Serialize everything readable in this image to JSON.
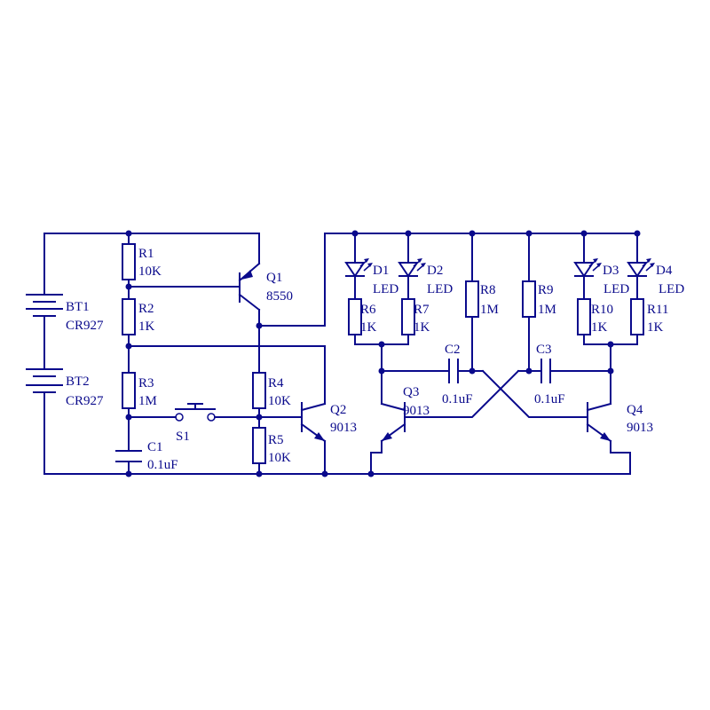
{
  "components": {
    "bt1": {
      "ref": "BT1",
      "value": "CR927"
    },
    "bt2": {
      "ref": "BT2",
      "value": "CR927"
    },
    "r1": {
      "ref": "R1",
      "value": "10K"
    },
    "r2": {
      "ref": "R2",
      "value": "1K"
    },
    "r3": {
      "ref": "R3",
      "value": "1M"
    },
    "c1": {
      "ref": "C1",
      "value": "0.1uF"
    },
    "s1": {
      "ref": "S1"
    },
    "q1": {
      "ref": "Q1",
      "value": "8550"
    },
    "r4": {
      "ref": "R4",
      "value": "10K"
    },
    "r5": {
      "ref": "R5",
      "value": "10K"
    },
    "q2": {
      "ref": "Q2",
      "value": "9013"
    },
    "d1": {
      "ref": "D1",
      "value": "LED"
    },
    "d2": {
      "ref": "D2",
      "value": "LED"
    },
    "d3": {
      "ref": "D3",
      "value": "LED"
    },
    "d4": {
      "ref": "D4",
      "value": "LED"
    },
    "r6": {
      "ref": "R6",
      "value": "1K"
    },
    "r7": {
      "ref": "R7",
      "value": "1K"
    },
    "r8": {
      "ref": "R8",
      "value": "1M"
    },
    "r9": {
      "ref": "R9",
      "value": "1M"
    },
    "r10": {
      "ref": "R10",
      "value": "1K"
    },
    "r11": {
      "ref": "R11",
      "value": "1K"
    },
    "c2": {
      "ref": "C2",
      "value": "0.1uF"
    },
    "c3": {
      "ref": "C3",
      "value": "0.1uF"
    },
    "q3": {
      "ref": "Q3",
      "value": "9013"
    },
    "q4": {
      "ref": "Q4",
      "value": "9013"
    }
  },
  "colors": {
    "ink": "#0a0a8c",
    "background": "#ffffff"
  }
}
